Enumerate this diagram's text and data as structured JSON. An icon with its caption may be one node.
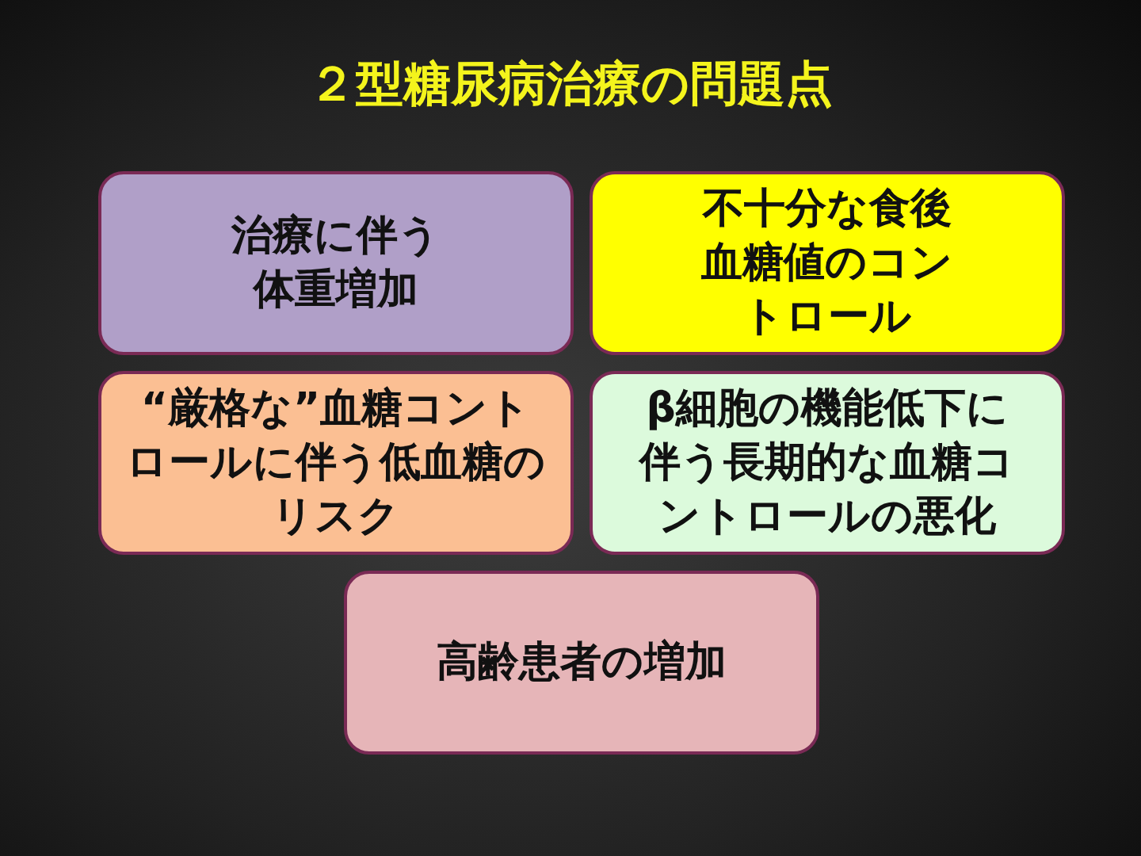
{
  "diagram": {
    "title": "２型糖尿病治療の問題点",
    "nodes": [
      {
        "text": [
          "治療に伴う体重増加"
        ]
      },
      {
        "text": [
          "不十分な食後血糖値のコントロール"
        ]
      },
      {
        "text": [
          "“厳格な”血糖コントロールに伴う低血糖のリスク"
        ]
      },
      {
        "text": [
          "β細胞の機能低下に伴う長期的な血糖コントロールの悪化"
        ]
      },
      {
        "text": [
          "高齢患者の増加"
        ]
      }
    ]
  }
}
